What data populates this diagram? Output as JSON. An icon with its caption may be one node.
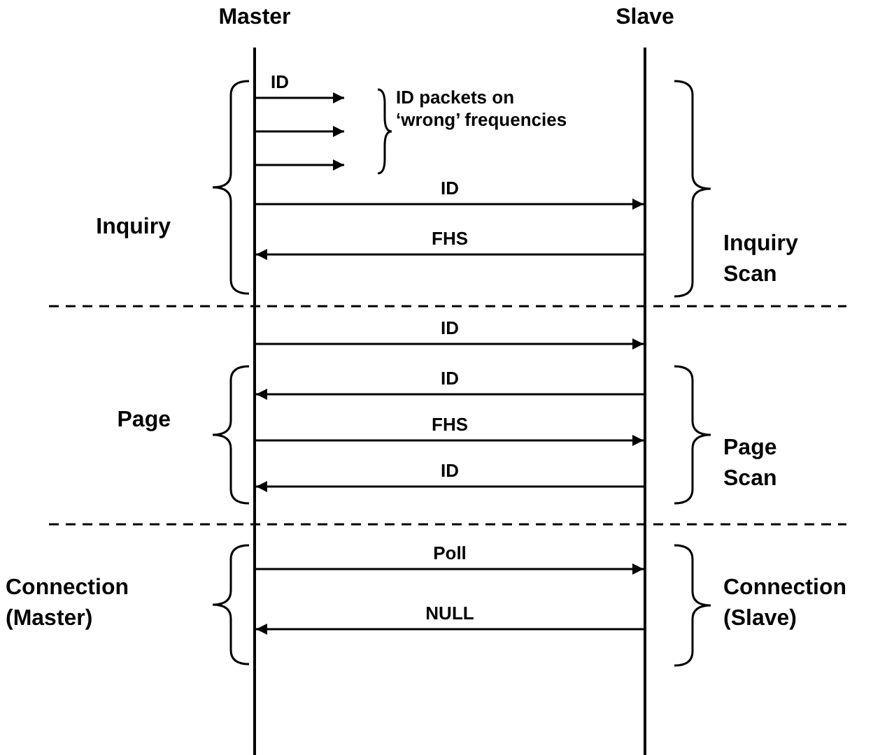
{
  "diagram": {
    "nodes": [
      {
        "text": [
          "Master"
        ]
      },
      {
        "text": [
          "Slave"
        ]
      }
    ],
    "edges": [
      {
        "from": 0,
        "to": null,
        "arrow": "to",
        "label": "ID"
      },
      {
        "from": 0,
        "to": null,
        "arrow": "to"
      },
      {
        "from": 0,
        "to": null,
        "arrow": "to"
      },
      {
        "from": 0,
        "to": 1,
        "arrow": "to",
        "label": "ID"
      },
      {
        "from": 1,
        "to": 0,
        "arrow": "to",
        "label": "FHS"
      },
      {
        "from": 0,
        "to": 1,
        "arrow": "to",
        "label": "ID"
      },
      {
        "from": 1,
        "to": 0,
        "arrow": "to",
        "label": "ID"
      },
      {
        "from": 0,
        "to": 1,
        "arrow": "to",
        "label": "FHS"
      },
      {
        "from": 1,
        "to": 0,
        "arrow": "to",
        "label": "ID"
      },
      {
        "from": 0,
        "to": 1,
        "arrow": "to",
        "label": "Poll"
      },
      {
        "from": 1,
        "to": 0,
        "arrow": "to",
        "label": "NULL"
      }
    ],
    "labels": [
      "ID packets on ‘wrong’ frequencies",
      "Inquiry",
      "Inquiry Scan",
      "Page",
      "Page Scan",
      "Connection (Master)",
      "Connection (Slave)"
    ]
  }
}
